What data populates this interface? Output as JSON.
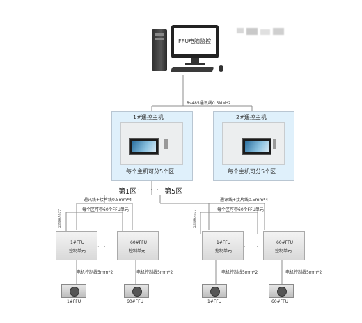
{
  "pc": {
    "screen_text": "FFU电脑监控"
  },
  "bus": {
    "label": "Rs485通讯线0.5MM*2"
  },
  "controllers": [
    {
      "title": "1#遥控主机",
      "subtitle": "每个主机可分5个区"
    },
    {
      "title": "2#遥控主机",
      "subtitle": "每个主机可分5个区"
    }
  ],
  "zones": {
    "zone1": "第1区",
    "dots": "· · · · · ·",
    "zone5": "第5区"
  },
  "left_group": {
    "comm_line": "通讯线+接片线0.5mm*4",
    "per_zone": "每个区可带60个FFU单元",
    "power": "220V电源线",
    "unit1": {
      "line1": "1#FFU",
      "line2": "控制单元"
    },
    "unit2": {
      "line1": "60#FFU",
      "line2": "控制单元"
    },
    "motor_line1": "电机控制线5mm*2",
    "motor_line2": "电机控制线5mm*2",
    "ffu1": "1#FFU",
    "ffu2": "60#FFU"
  },
  "right_group": {
    "comm_line": "通讯线+接片线0.5mm*4",
    "per_zone": "每个区可带60个FFU单元",
    "power": "220V电源线",
    "unit1": {
      "line1": "1#FFU",
      "line2": "控制单元"
    },
    "unit2": {
      "line1": "60#FFU",
      "line2": "控制单元"
    },
    "motor_line1": "电机控制线5mm*2",
    "motor_line2": "电机控制线5mm*2",
    "ffu1": "1#FFU",
    "ffu2": "60#FFU"
  },
  "dots_short": "· · · · · ·",
  "colors": {
    "panel_bg": "#dff0fb",
    "panel_border": "#b9c6d2",
    "line": "#8a8a8a",
    "cabinet": "#eceeef"
  }
}
